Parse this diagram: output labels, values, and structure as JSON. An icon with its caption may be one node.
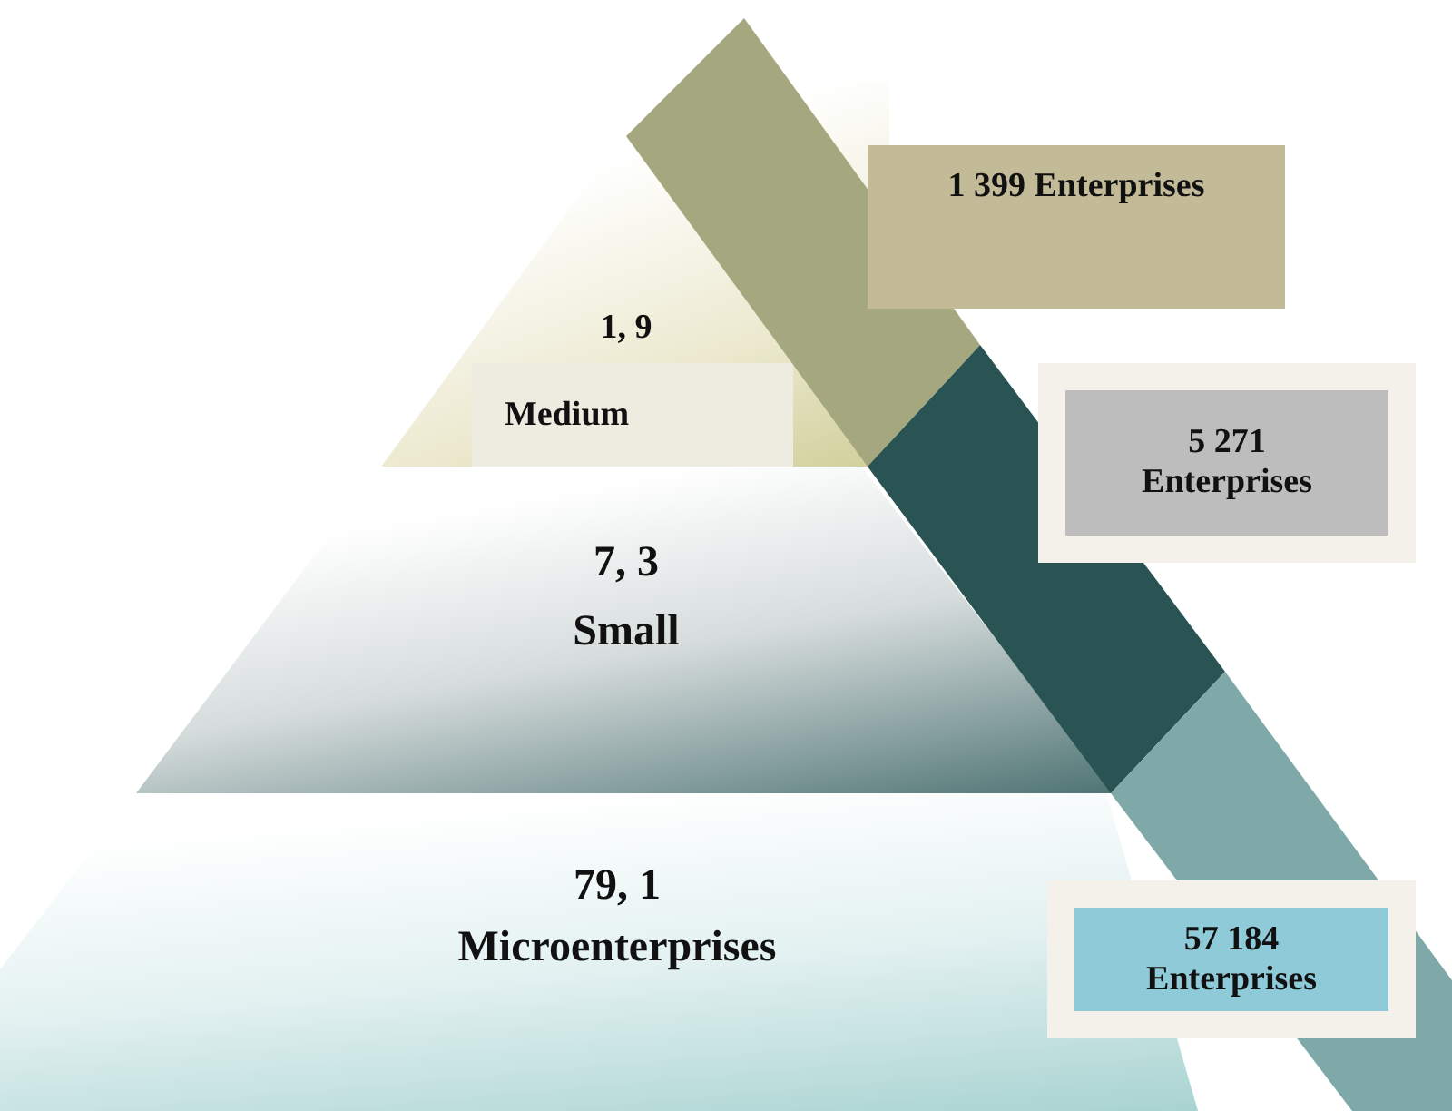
{
  "diagram": {
    "nodes": [
      {
        "text": [
          "1, 9",
          "Medium"
        ]
      },
      {
        "text": [
          "7, 3",
          "Small"
        ]
      },
      {
        "text": [
          "79, 1",
          "Microenterprises"
        ]
      },
      {
        "text": [
          "1 399 Enterprises"
        ]
      },
      {
        "text": [
          "5 271 Enterprises"
        ]
      },
      {
        "text": [
          "57 184 Enterprises"
        ]
      }
    ]
  }
}
